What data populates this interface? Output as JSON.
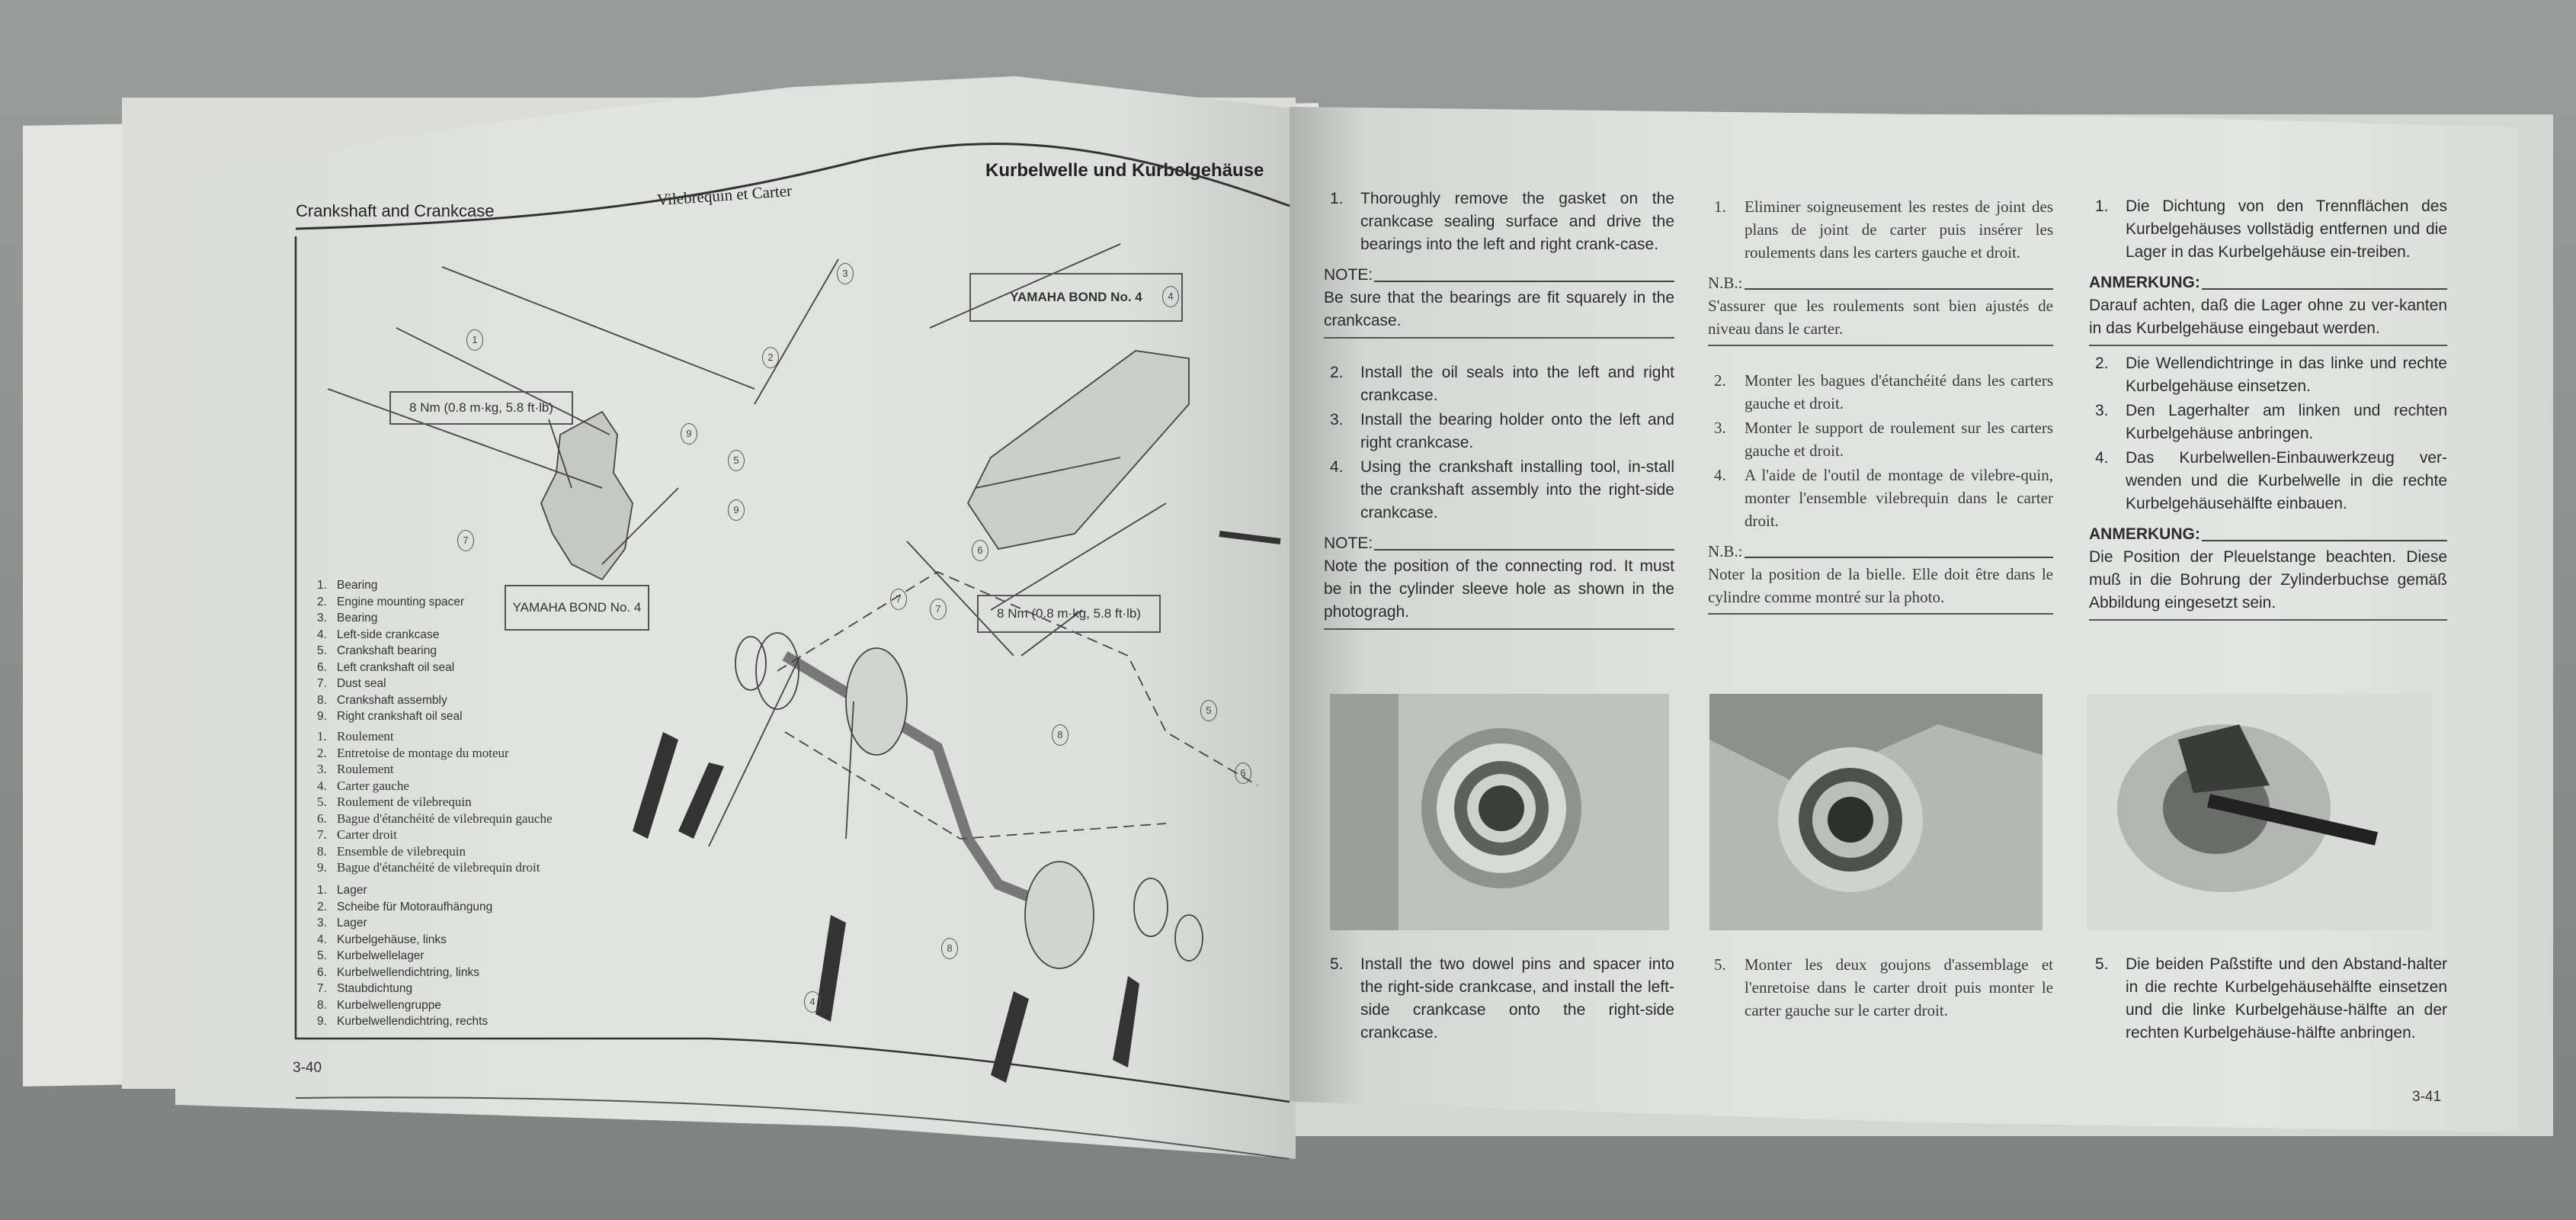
{
  "left_page": {
    "header_en": "Crankshaft and Crankcase",
    "header_fr": "Vilebrequin et Carter",
    "header_de": "Kurbelwelle und Kurbelgehäuse",
    "page_number": "3-40",
    "diagram": {
      "torque_label_1": "8 Nm (0.8 m·kg, 5.8 ft·lb)",
      "torque_label_2": "8 Nm (0.8 m·kg, 5.8 ft·lb)",
      "bond_label_1": "YAMAHA BOND No. 4",
      "bond_label_2": "YAMAHA BOND No. 4",
      "callouts": [
        "1",
        "2",
        "3",
        "4",
        "5",
        "6",
        "7",
        "8",
        "9",
        "7",
        "5",
        "9",
        "7",
        "8",
        "4",
        "6"
      ]
    },
    "legend": {
      "en": [
        "Bearing",
        "Engine mounting spacer",
        "Bearing",
        "Left-side crankcase",
        "Crankshaft bearing",
        "Left crankshaft oil seal",
        "Dust seal",
        "Crankshaft assembly",
        "Right crankshaft oil seal"
      ],
      "fr": [
        "Roulement",
        "Entretoise de montage du moteur",
        "Roulement",
        "Carter gauche",
        "Roulement de vilebrequin",
        "Bague d'étanchéité de vilebrequin gauche",
        "Carter droit",
        "Ensemble de vilebrequin",
        "Bague d'étanchéité de vilebrequin droit"
      ],
      "de": [
        "Lager",
        "Scheibe für Motoraufhängung",
        "Lager",
        "Kurbelgehäuse, links",
        "Kurbelwellelager",
        "Kurbelwellendichtring, links",
        "Staubdichtung",
        "Kurbelwellengruppe",
        "Kurbelwellendichtring, rechts"
      ]
    }
  },
  "right_page": {
    "page_number": "3-41",
    "en": {
      "step1": "Thoroughly remove the gasket on the crankcase sealing surface and drive the bearings into the left and right crank-case.",
      "note1_label": "NOTE:",
      "note1": "Be sure that the bearings are fit squarely in the crankcase.",
      "step2": "Install the oil seals into the left and right crankcase.",
      "step3": "Install the bearing holder onto the left and right crankcase.",
      "step4": "Using the crankshaft installing tool, in-stall the crankshaft assembly into the right-side crankcase.",
      "note2_label": "NOTE:",
      "note2": "Note the position of the connecting rod. It must be in the cylinder sleeve hole as shown in the photogragh.",
      "step5": "Install the two dowel pins and spacer into the right-side crankcase, and install the left-side crankcase onto the right-side crankcase."
    },
    "fr": {
      "step1": "Eliminer soigneusement les restes de joint des plans de joint de carter puis insérer les roulements dans les carters gauche et droit.",
      "note1_label": "N.B.:",
      "note1": "S'assurer que les roulements sont bien ajustés de niveau dans le carter.",
      "step2": "Monter les bagues d'étanchéité dans les carters gauche et droit.",
      "step3": "Monter le support de roulement sur les carters gauche et droit.",
      "step4": "A l'aide de l'outil de montage de vilebre-quin, monter l'ensemble vilebrequin dans le carter droit.",
      "note2_label": "N.B.:",
      "note2": "Noter la position de la bielle. Elle doit être dans le cylindre comme montré sur la photo.",
      "step5": "Monter les deux goujons d'assemblage et l'enretoise dans le carter droit puis monter le carter gauche sur le carter droit."
    },
    "de": {
      "step1": "Die Dichtung von den Trennflächen des Kurbelgehäuses vollstädig entfernen und die Lager in das Kurbelgehäuse ein-treiben.",
      "note1_label": "ANMERKUNG:",
      "note1": "Darauf achten, daß die Lager ohne zu ver-kanten in das Kurbelgehäuse eingebaut werden.",
      "step2": "Die Wellendichtringe in das linke und rechte Kurbelgehäuse einsetzen.",
      "step3": "Den Lagerhalter am linken und rechten Kurbelgehäuse anbringen.",
      "step4": "Das Kurbelwellen-Einbauwerkzeug ver-wenden und die Kurbelwelle in die rechte Kurbelgehäusehälfte einbauen.",
      "note2_label": "ANMERKUNG:",
      "note2": "Die Position der Pleuelstange beachten. Diese muß in die Bohrung der Zylinderbuchse gemäß Abbildung eingesetzt sein.",
      "step5": "Die beiden Paßstifte und den Abstand-halter in die rechte Kurbelgehäusehälfte einsetzen und die linke Kurbelgehäuse-hälfte an der rechten Kurbelgehäuse-hälfte anbringen."
    },
    "step_numbers": [
      "1.",
      "2.",
      "3.",
      "4.",
      "5."
    ]
  }
}
